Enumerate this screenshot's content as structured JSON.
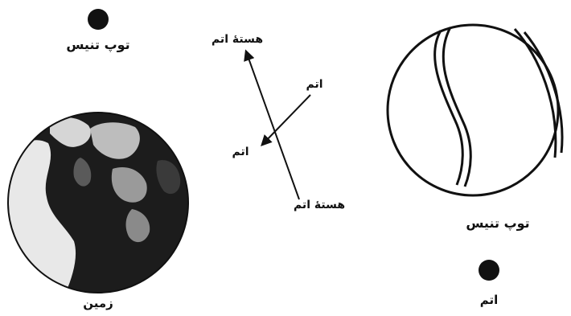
{
  "colors": {
    "ink": "#111111",
    "paper": "#ffffff",
    "earth_dark": "#1c1c1c",
    "earth_light": "#e8e8e8"
  },
  "icons": {
    "earth": "earth-globe-icon",
    "tennis_ball": "tennis-ball-icon",
    "small_dot": "filled-dot-icon"
  },
  "left_panel": {
    "small_ball_label": "توپ تنیس",
    "earth_label": "زمین"
  },
  "middle_panel": {
    "nucleus_top_label": "هستهٔ اتم",
    "nucleus_bottom_label": "هستهٔ اتم",
    "atom_top_label": "اتم",
    "atom_bottom_label": "اتم"
  },
  "right_panel": {
    "tennis_ball_label": "توپ تنیس",
    "atom_dot_label": "اتم"
  }
}
